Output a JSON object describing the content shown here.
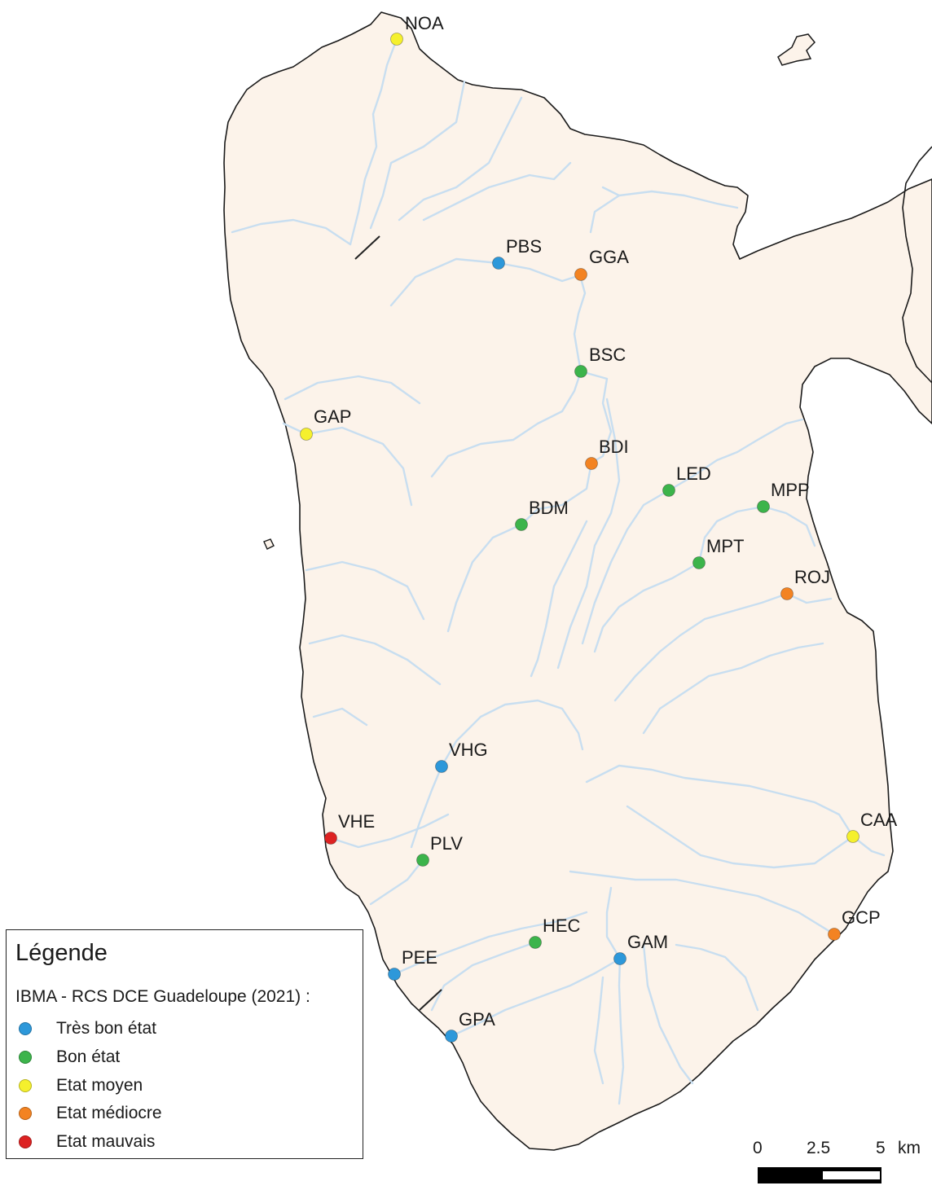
{
  "colors": {
    "land": "#fcf3ea",
    "coast": "#1a1a1a",
    "river": "#c8def0",
    "very_good": "#2d98da",
    "good": "#3cb44b",
    "moderate": "#f5f02d",
    "poor": "#f38322",
    "bad": "#dd2222"
  },
  "stations": [
    {
      "code": "NOA",
      "status": "moderate"
    },
    {
      "code": "PBS",
      "status": "very_good"
    },
    {
      "code": "GGA",
      "status": "poor"
    },
    {
      "code": "BSC",
      "status": "good"
    },
    {
      "code": "GAP",
      "status": "moderate"
    },
    {
      "code": "BDI",
      "status": "poor"
    },
    {
      "code": "LED",
      "status": "good"
    },
    {
      "code": "MPP",
      "status": "good"
    },
    {
      "code": "BDM",
      "status": "good"
    },
    {
      "code": "MPT",
      "status": "good"
    },
    {
      "code": "ROJ",
      "status": "poor"
    },
    {
      "code": "VHG",
      "status": "very_good"
    },
    {
      "code": "VHE",
      "status": "bad"
    },
    {
      "code": "CAA",
      "status": "moderate"
    },
    {
      "code": "PLV",
      "status": "good"
    },
    {
      "code": "GCP",
      "status": "poor"
    },
    {
      "code": "HEC",
      "status": "good"
    },
    {
      "code": "GAM",
      "status": "very_good"
    },
    {
      "code": "PEE",
      "status": "very_good"
    },
    {
      "code": "GPA",
      "status": "very_good"
    }
  ],
  "legend": {
    "title": "Légende",
    "subtitle": "IBMA - RCS DCE Guadeloupe (2021) :",
    "items": [
      {
        "label": "Très bon état",
        "status": "very_good"
      },
      {
        "label": "Bon état",
        "status": "good"
      },
      {
        "label": "Etat moyen",
        "status": "moderate"
      },
      {
        "label": "Etat médiocre",
        "status": "poor"
      },
      {
        "label": "Etat mauvais",
        "status": "bad"
      }
    ]
  },
  "scale_bar": {
    "labels": [
      "0",
      "2.5",
      "5"
    ],
    "unit": "km"
  }
}
